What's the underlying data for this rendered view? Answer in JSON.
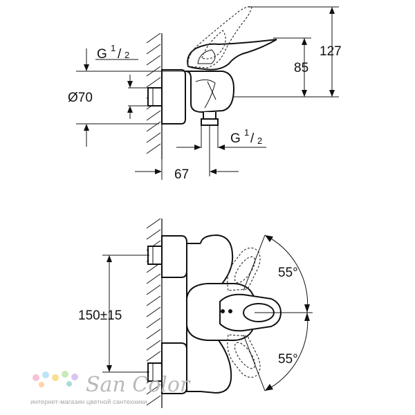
{
  "top_view": {
    "thread_top": {
      "main": "G",
      "num": "1",
      "den": "2"
    },
    "diameter": "Ø70",
    "dim_85": "85",
    "dim_127": "127",
    "thread_bottom": {
      "main": "G",
      "num": "1",
      "den": "2"
    },
    "dim_67": "67"
  },
  "front_view": {
    "dim_150": "150±15",
    "angle_top": "55°",
    "angle_bottom": "55°"
  },
  "watermark": {
    "brand": "San Color",
    "tagline": "интернет-магазин цветной сантехники",
    "colors": [
      "#f7c2d6",
      "#bfe3f5",
      "#f8e08e",
      "#c9e9b8",
      "#d9c6ef",
      "#ffd3a8",
      "#a9dcd8"
    ]
  }
}
